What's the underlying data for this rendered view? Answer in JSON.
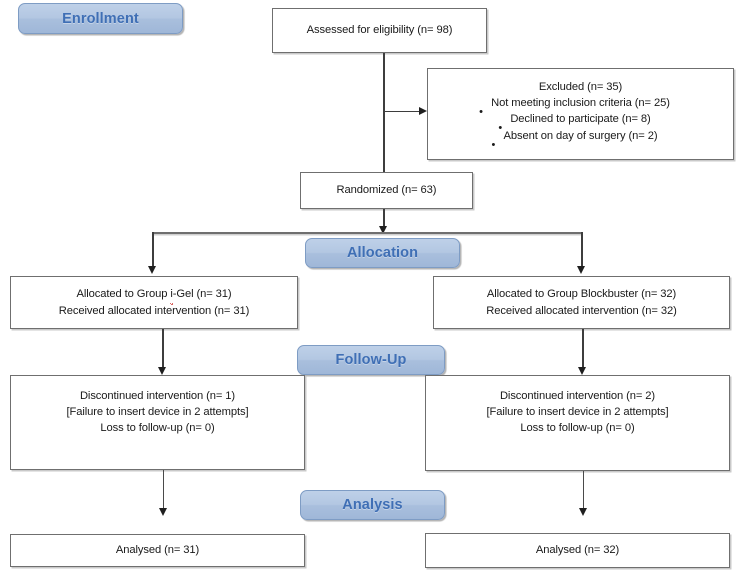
{
  "diagram": {
    "title": "CONSORT participant flow diagram",
    "accent_banner_fill": "#b3c7e2",
    "accent_banner_text": "#3f6fb5",
    "box_border": "#6f6f6f",
    "connector_color": "#3d3d3d"
  },
  "stages": {
    "enrollment": "Enrollment",
    "allocation": "Allocation",
    "followup": "Follow-Up",
    "analysis": "Analysis"
  },
  "boxes": {
    "assessed": {
      "line1": "Assessed for eligibility (n= 98)"
    },
    "excluded": {
      "heading": "Excluded (n= 35)",
      "items": [
        "Not meeting inclusion criteria (n= 25)",
        "Declined to participate (n= 8)",
        "Absent on day of surgery (n= 2)"
      ]
    },
    "randomized": {
      "line1": "Randomized (n= 63)"
    },
    "allocated_left": {
      "line1_prefix": "Allocated to Group ",
      "line1_misspelled": "i",
      "line1_suffix": "-Gel (n= 31)",
      "line2": "Received allocated intervention (n= 31)"
    },
    "allocated_right": {
      "line1": "Allocated to Group Blockbuster (n= 32)",
      "line2": "Received allocated intervention (n= 32)"
    },
    "followup_left": {
      "line1": "Discontinued intervention (n= 1)",
      "line2": "[Failure to insert device in 2 attempts]",
      "line3": "Loss to follow-up (n= 0)"
    },
    "followup_right": {
      "line1": "Discontinued intervention (n= 2)",
      "line2": "[Failure to insert device in 2 attempts]",
      "line3": "Loss to follow-up (n= 0)"
    },
    "analysed_left": {
      "line1": "Analysed (n= 31)"
    },
    "analysed_right": {
      "line1": "Analysed (n= 32)"
    }
  }
}
